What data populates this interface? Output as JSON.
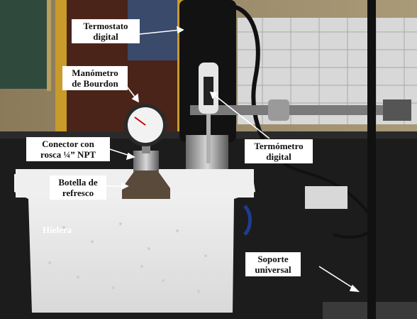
{
  "labels": {
    "termostato": [
      "Termostato",
      "digital"
    ],
    "manometro": [
      "Manómetro",
      "de Bourdon"
    ],
    "conector": [
      "Conector con",
      "rosca ¼” NPT"
    ],
    "botella": [
      "Botella de",
      "refresco"
    ],
    "termometro": [
      "Termómetro",
      "digital"
    ],
    "soporte": [
      "Soporte",
      "universal"
    ],
    "hielera": "Hielera"
  },
  "colors": {
    "label_bg": "#ffffff",
    "arrow": "#ffffff",
    "cooler": "#ececec",
    "bench": "#1c1c1c"
  }
}
